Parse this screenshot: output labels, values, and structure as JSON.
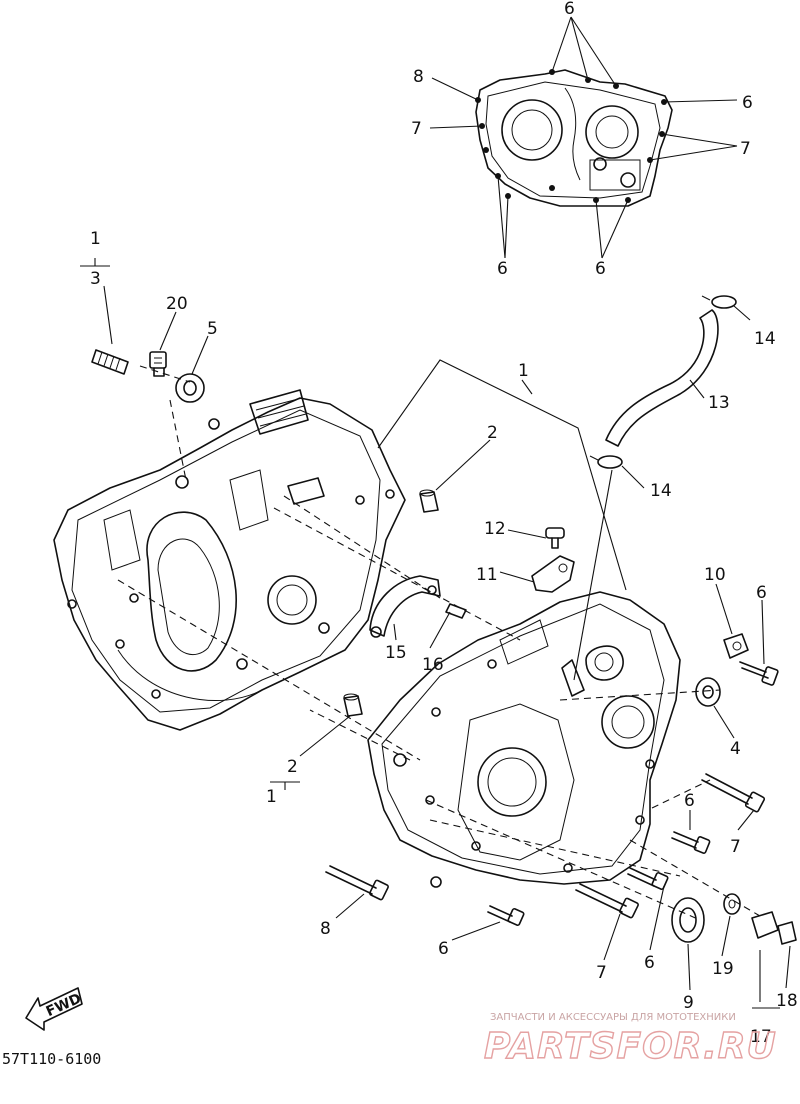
{
  "callouts": {
    "top": {
      "c6a": "6",
      "c8": "8",
      "c7a": "7",
      "c6b": "6",
      "c7b": "7",
      "c6c": "6",
      "c6d": "6"
    },
    "left": {
      "c1": "1",
      "c3": "3",
      "c20": "20",
      "c5": "5",
      "c1b": "1",
      "c2": "2",
      "c2b": "2",
      "c1c": "1",
      "c15": "15",
      "c16": "16"
    },
    "right": {
      "c12": "12",
      "c11": "11",
      "c13": "13",
      "c14a": "14",
      "c14b": "14",
      "c10": "10",
      "c6e": "6",
      "c4": "4",
      "c6f": "6",
      "c7c": "7",
      "c8b": "8",
      "c6g": "6",
      "c7d": "7",
      "c6h": "6",
      "c9": "9",
      "c19": "19",
      "c17": "17",
      "c18": "18"
    }
  },
  "footer": {
    "part_code": "57T110-6100",
    "fwd": "FWD"
  },
  "watermark": {
    "tagline": "ЗАПЧАСТИ И АКСЕССУАРЫ ДЛЯ МОТОТЕХНИКИ",
    "brand": "PARTSFOR.RU"
  }
}
